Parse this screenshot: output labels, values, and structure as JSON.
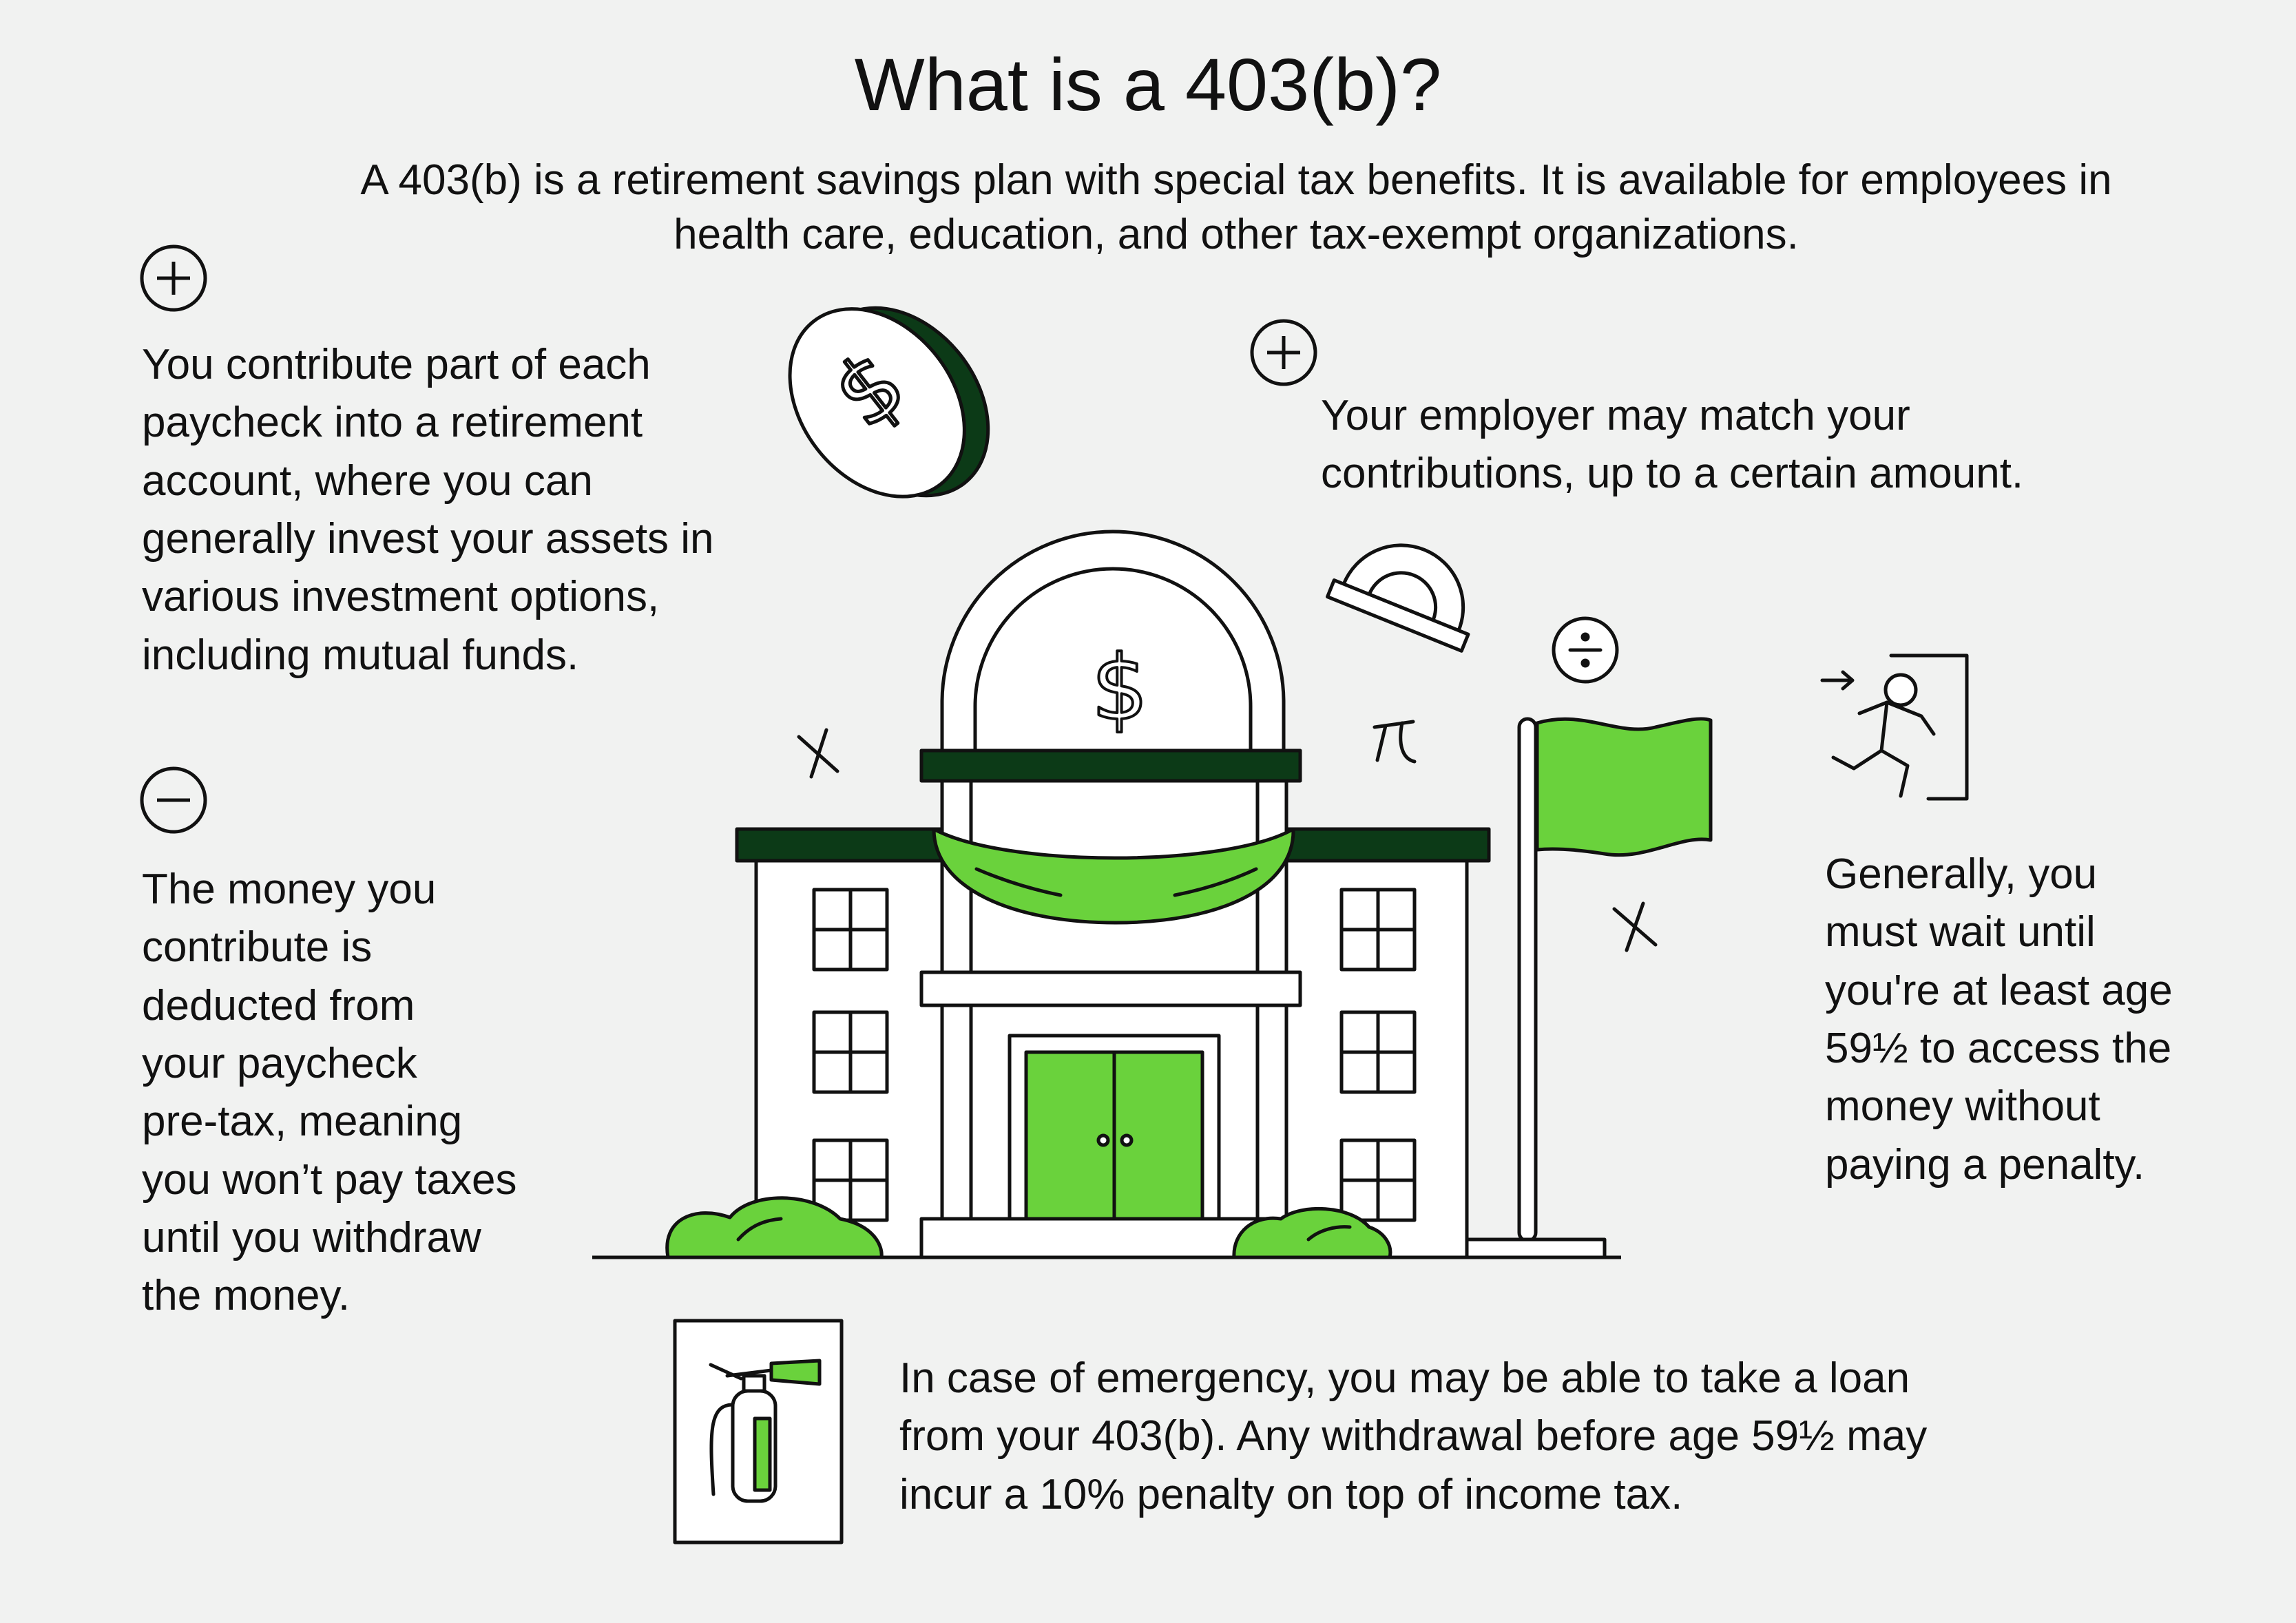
{
  "title": "What is a 403(b)?",
  "subtitle": "A 403(b) is a retirement savings plan with special tax benefits. It is available for employees in health care, education, and other tax-exempt organizations.",
  "points": {
    "contribute": {
      "icon": "plus-circle-icon",
      "text": "You contribute part of each\npaycheck into a retirement\naccount, where you can\ngenerally invest your assets in\nvarious investment options,\nincluding mutual funds."
    },
    "match": {
      "icon": "plus-circle-icon",
      "text": "Your employer may match  your\ncontributions, up to a certain amount."
    },
    "deducted": {
      "icon": "minus-circle-icon",
      "text": "The money you\ncontribute is\ndeducted from\nyour paycheck\npre-tax, meaning\nyou won’t pay taxes\nuntil you withdraw\nthe money."
    },
    "wait": {
      "icon": "exit-runner-icon",
      "text": "Generally, you\nmust wait until\nyou're at least age\n59½ to access the\nmoney without\npaying a penalty."
    },
    "loan": {
      "icon": "fire-extinguisher-icon",
      "text": "In case of emergency, you may be able to take a loan\nfrom your 403(b). Any withdrawal before age 59½ may\nincur a 10% penalty on top of income tax."
    }
  },
  "illustration": {
    "icons": [
      "coin-dollar-icon",
      "school-building-icon",
      "flag-icon",
      "protractor-icon",
      "pi-icon",
      "divide-icon",
      "sparkle-icon",
      "bush-icon"
    ],
    "colors": {
      "accent_green": "#6ad23c",
      "dark_green": "#0c3a17",
      "line": "#111111",
      "background": "#f1f2f1"
    }
  }
}
